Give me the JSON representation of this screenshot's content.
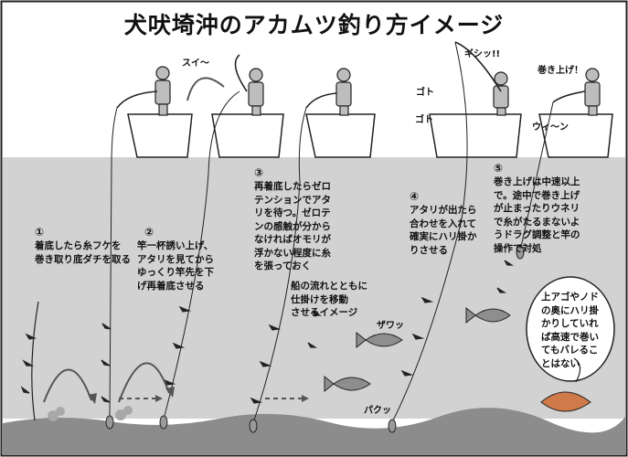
{
  "title": "犬吠埼沖のアカムツ釣り方イメージ",
  "steps": [
    {
      "num": "①",
      "text": "着底したら糸フケを\n巻き取り底ダチを取る"
    },
    {
      "num": "②",
      "text": "竿一杯誘い上げ、\nアタリを見てから\nゆっくり竿先を下\nげ再着底させる"
    },
    {
      "num": "③",
      "text": "再着底したらゼロ\nテンションでアタ\nリを待つ。ゼロテ\nンの感触が分から\nなければオモリが\n浮かない程度に糸\nを張っておく"
    },
    {
      "num": "④",
      "text": "アタリが出たら\n合わせを入れて\n確実にハリ掛か\nりさせる"
    },
    {
      "num": "⑤",
      "text": "巻き上げは中速以上\nで。途中で巻き上げ\nが止まったりウネリ\nで糸がたるまないよ\nうドラグ調整と竿の\n操作で対処"
    }
  ],
  "note_current": "船の流れとともに\n仕掛けを移動\nさせるイメージ",
  "note_fish": "上アゴやノド\nの奥にハリ掛\nかりしていれ\nば高速で巻い\nてもバレるこ\nとはない",
  "sfx": {
    "swish": "スイ〜",
    "goto1": "ゴト",
    "goto2": "ゴト",
    "gishi": "ギシッ!!",
    "reel_up": "巻き上げ！",
    "wheen": "ウィ〜ン",
    "zawa": "ザワッ",
    "pakupaku": "パクッ"
  },
  "colors": {
    "sea": "#cfcfcf",
    "seabed": "#8f8f8f",
    "line": "#222222"
  }
}
